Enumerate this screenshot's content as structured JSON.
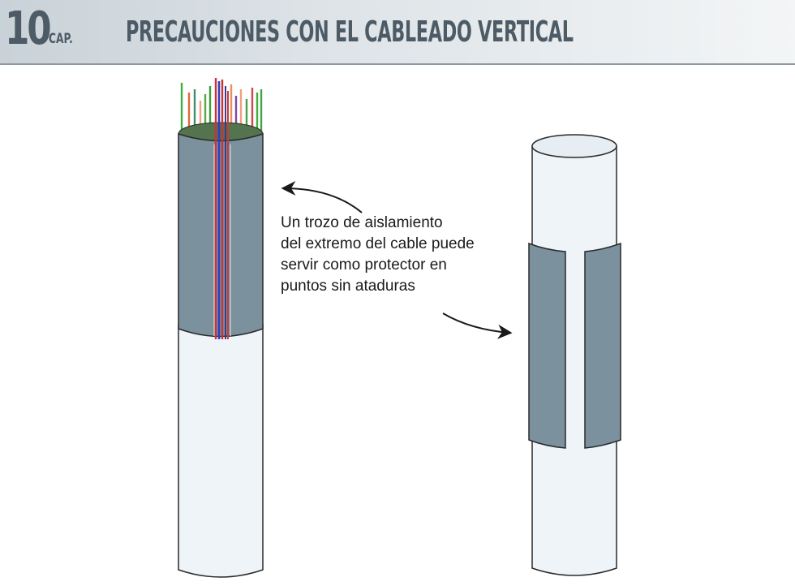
{
  "header": {
    "chapter_number": "10",
    "chapter_label": "CAP.",
    "title": "PRECAUCIONES CON EL CABLEADO VERTICAL"
  },
  "callout": {
    "lines": [
      "Un trozo de aislamiento",
      "del extremo del cable puede",
      "servir como protector en",
      "puntos sin ataduras"
    ]
  },
  "colors": {
    "header_text": "#4d5b66",
    "cable_jacket": "#eef4f8",
    "sleeve": "#7c919e",
    "outline": "#2a2a2a"
  }
}
